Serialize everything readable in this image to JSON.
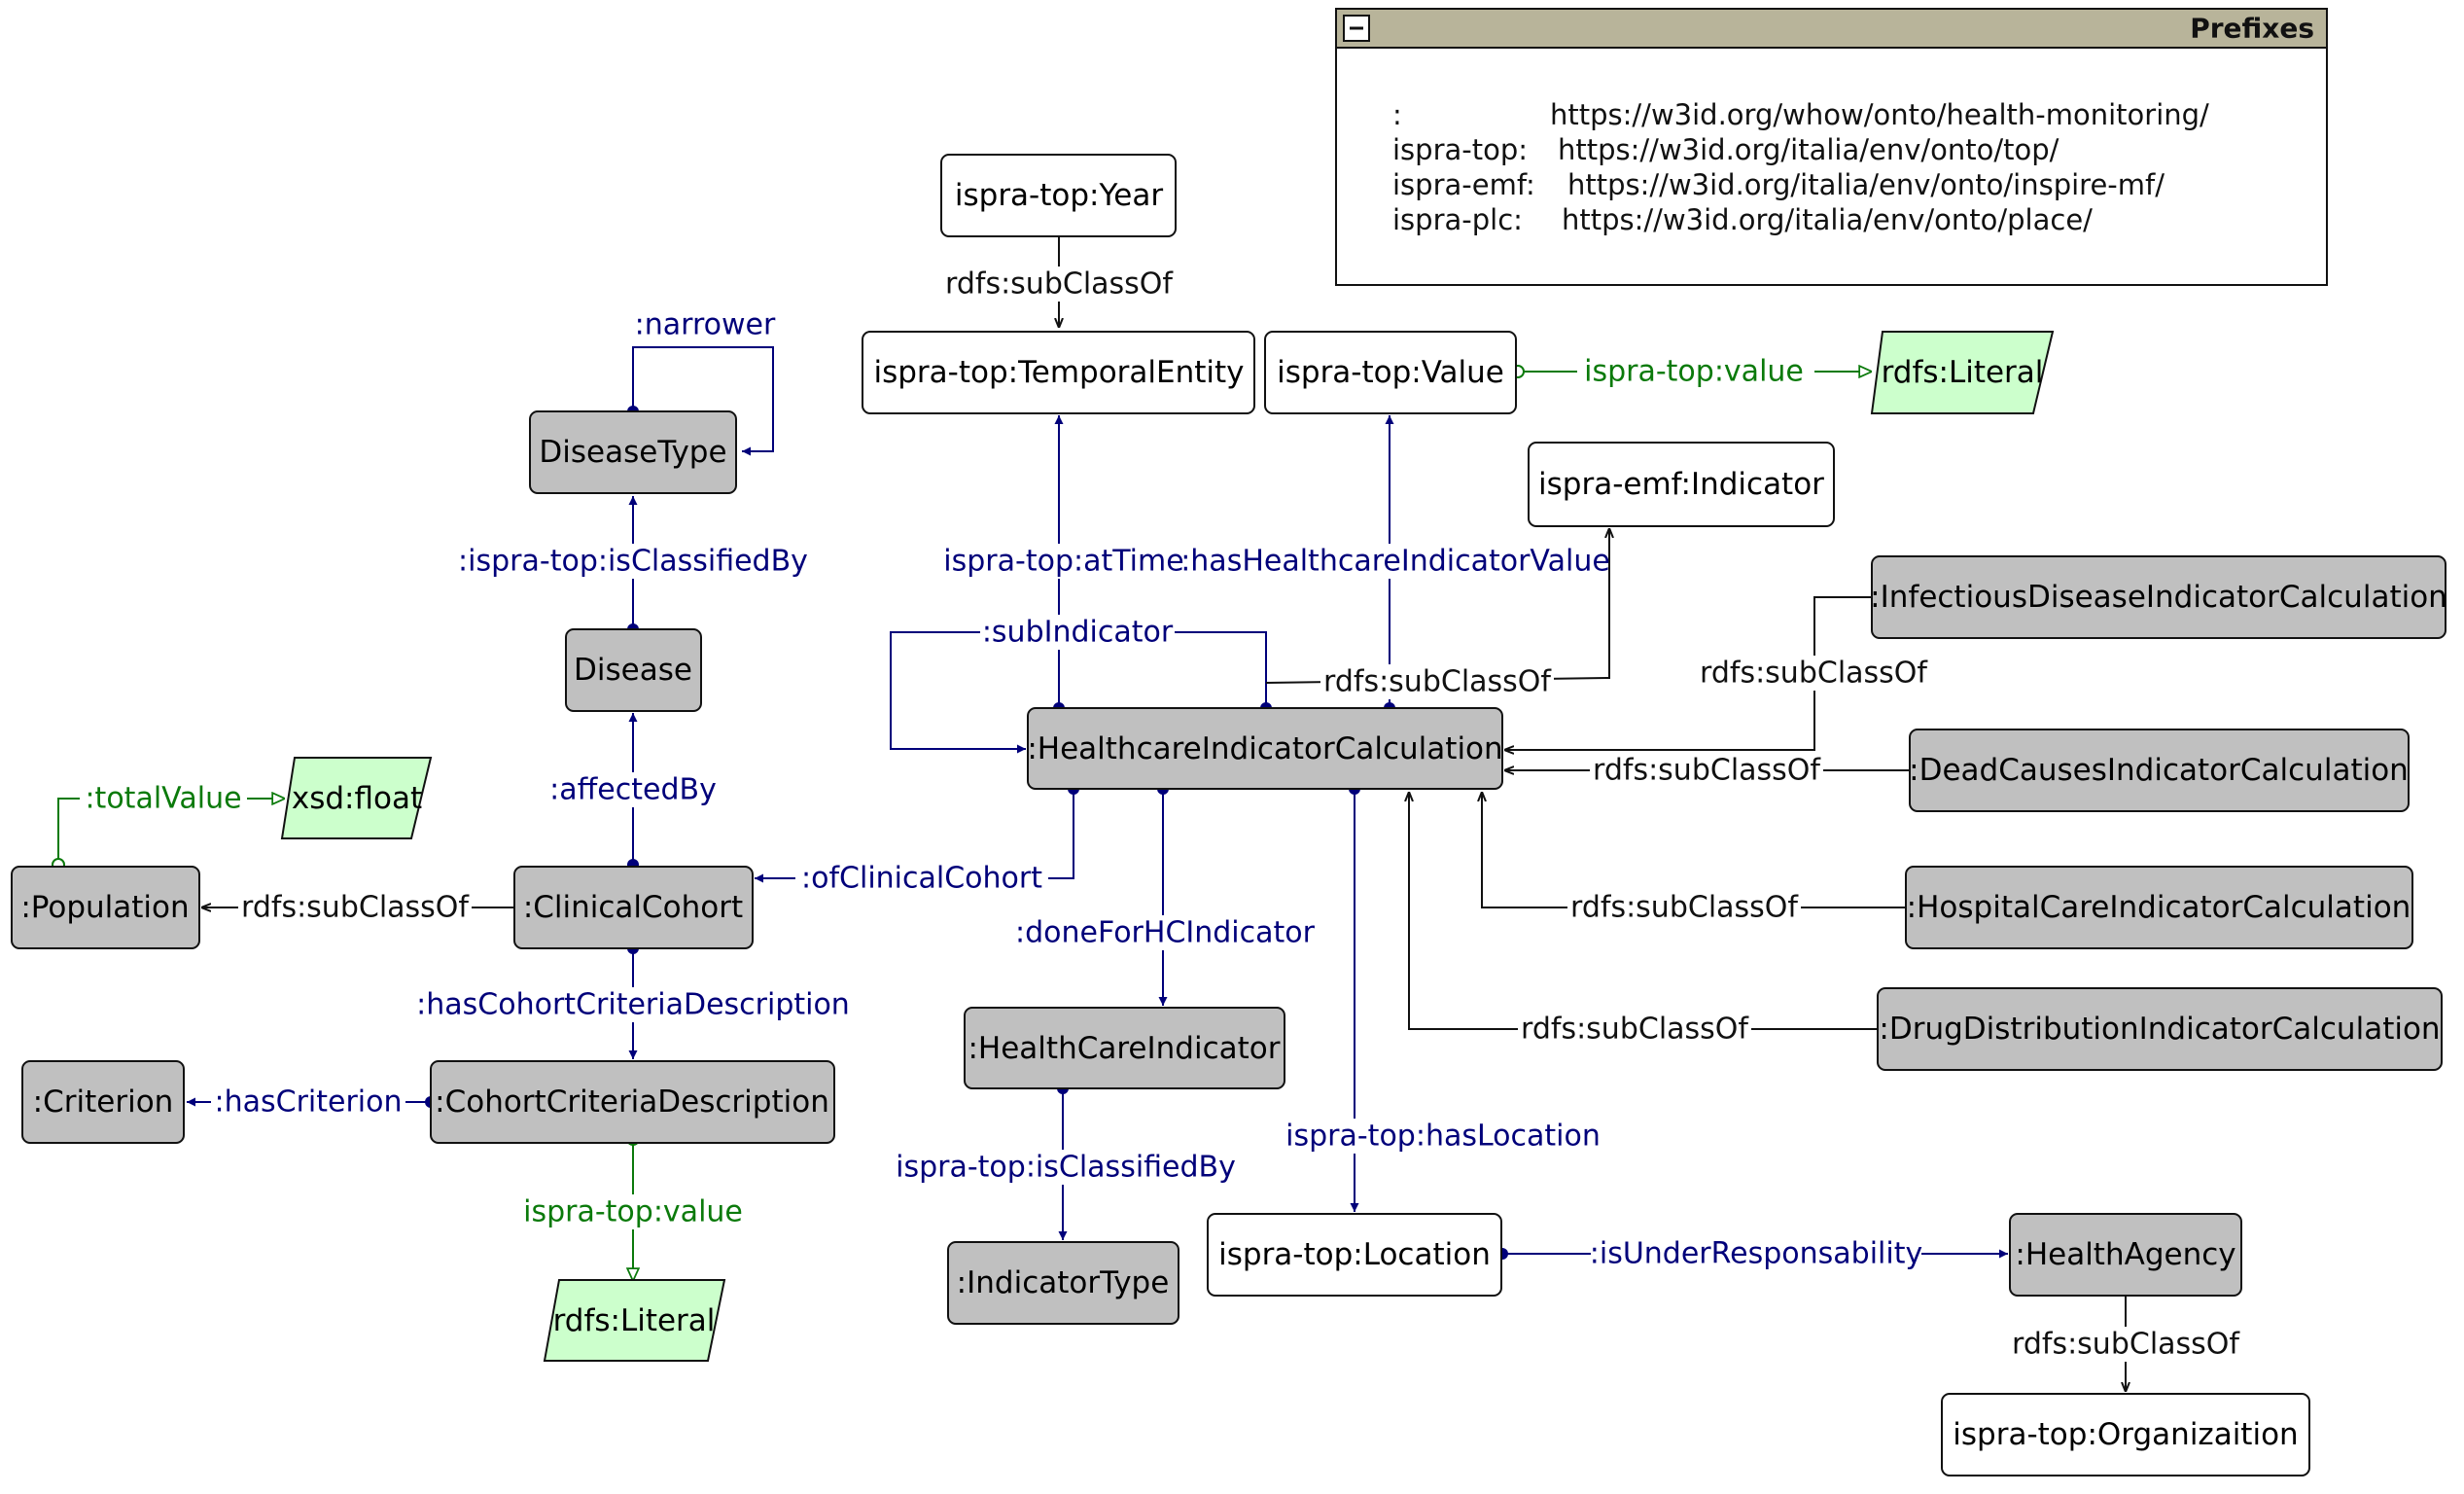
{
  "colors": {
    "object_property": "#00007a",
    "data_property": "#0b7a0b",
    "subclass_edge": "#111111",
    "class_grey_fill": "#c0c0c0",
    "class_white_fill": "#ffffff",
    "literal_fill": "#ccffcc",
    "prefix_header": "#b8b49a"
  },
  "prefixes": {
    "title": "Prefixes",
    "collapse_icon": "minus-icon",
    "rows": [
      {
        "prefix": ":",
        "iri": "https://w3id.org/whow/onto/health-monitoring/"
      },
      {
        "prefix": "ispra-top:",
        "iri": "https://w3id.org/italia/env/onto/top/"
      },
      {
        "prefix": "ispra-emf:",
        "iri": "https://w3id.org/italia/env/onto/inspire-mf/"
      },
      {
        "prefix": "ispra-plc:",
        "iri": "https://w3id.org/italia/env/onto/place/"
      }
    ]
  },
  "nodes": {
    "year": "ispra-top:Year",
    "temporal_entity": "ispra-top:TemporalEntity",
    "value": "ispra-top:Value",
    "literal_top": "rdfs:Literal",
    "indicator": "ispra-emf:Indicator",
    "disease_type": "DiseaseType",
    "disease": "Disease",
    "xsd_float": "xsd:float",
    "population": ":Population",
    "clinical_cohort": ":ClinicalCohort",
    "criterion": ":Criterion",
    "cohort_criteria_description": ":CohortCriteriaDescription",
    "literal_bottom": "rdfs:Literal",
    "hc_indicator_calculation": ":HealthcareIndicatorCalculation",
    "health_care_indicator": ":HealthCareIndicator",
    "indicator_type": ":IndicatorType",
    "location": "ispra-top:Location",
    "health_agency": ":HealthAgency",
    "organization": "ispra-top:Organizaition",
    "infectious": ":InfectiousDiseaseIndicatorCalculation",
    "dead_causes": ":DeadCausesIndicatorCalculation",
    "hospital_care": ":HospitalCareIndicatorCalculation",
    "drug_distribution": ":DrugDistributionIndicatorCalculation"
  },
  "edges": {
    "year_subclass": "rdfs:subClassOf",
    "value_prop": "ispra-top:value",
    "narrower": ":narrower",
    "is_classified_by_disease": ":ispra-top:isClassifiedBy",
    "affected_by": ":affectedBy",
    "total_value": ":totalValue",
    "population_subclass": "rdfs:subClassOf",
    "of_clinical_cohort": ":ofClinicalCohort",
    "has_cohort_criteria_description": ":hasCohortCriteriaDescription",
    "has_criterion": ":hasCriterion",
    "ccd_value": "ispra-top:value",
    "at_time": "ispra-top:atTime",
    "has_hc_indicator_value": ":hasHealthcareIndicatorValue",
    "sub_indicator": ":subIndicator",
    "indicator_subclass": "rdfs:subClassOf",
    "infectious_subclass": "rdfs:subClassOf",
    "dead_subclass": "rdfs:subClassOf",
    "hospital_subclass": "rdfs:subClassOf",
    "drug_subclass": "rdfs:subClassOf",
    "done_for_hc_indicator": ":doneForHCIndicator",
    "is_classified_by_indicator": "ispra-top:isClassifiedBy",
    "has_location": "ispra-top:hasLocation",
    "is_under_responsability": ":isUnderResponsability",
    "agency_subclass": "rdfs:subClassOf"
  }
}
